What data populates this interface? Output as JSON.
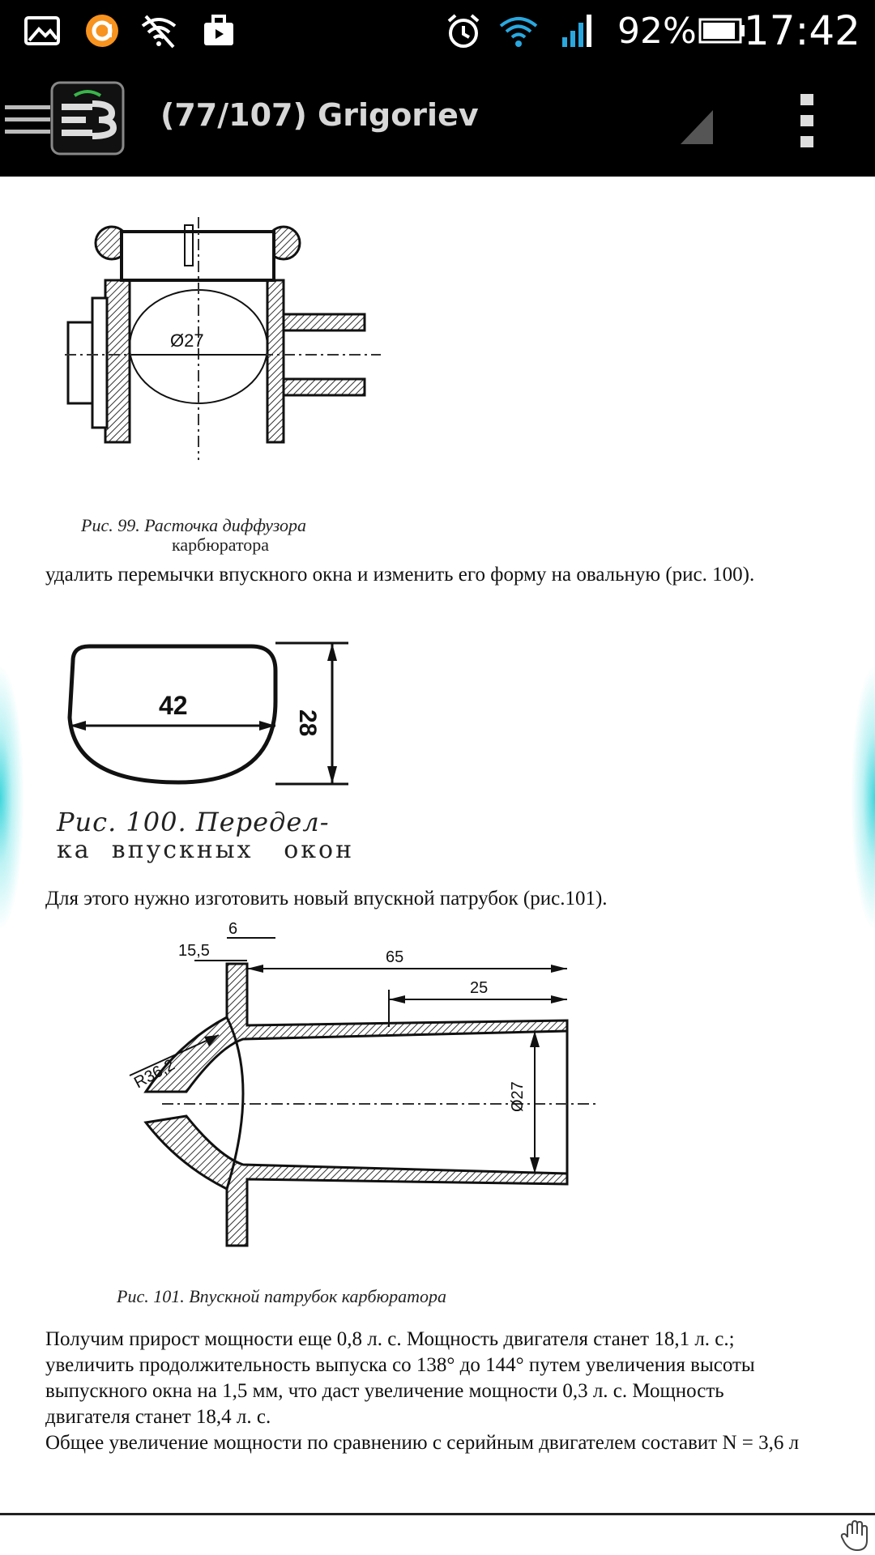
{
  "status_bar": {
    "icons_left": [
      "image-icon",
      "notification-app-icon",
      "wifi-off-icon",
      "briefcase-icon"
    ],
    "icons_right": [
      "alarm-icon",
      "wifi-icon",
      "signal-icon"
    ],
    "battery_percent": "92%",
    "battery_level": 0.92,
    "time": "17:42"
  },
  "action_bar": {
    "title": "(77/107) Grigoriev",
    "icons": [
      "menu-icon",
      "ebook-app-logo-icon",
      "overflow-menu-icon"
    ]
  },
  "document": {
    "fig99": {
      "caption_line1": "Рис. 99. Расточка диффузора",
      "caption_line2": "карбюратора",
      "dim_diameter": "Ø27"
    },
    "para1": "удалить   перемычки впускного окна и изменить его форму на овальную (рис. 100).",
    "fig100": {
      "caption_line1": "Рис. 100. Передел-",
      "caption_line2": "ка  впускных   окон",
      "dim_width": "42",
      "dim_height": "28"
    },
    "para2": "Для этого нужно изготовить новый впускной патрубок (рис.101).",
    "fig101": {
      "caption": "Рис. 101. Впускной патрубок карбюратора",
      "dim_6": "6",
      "dim_15_5": "15,5",
      "dim_65": "65",
      "dim_25": "25",
      "dim_radius": "R36,2",
      "dim_diameter": "Ø27"
    },
    "para3_lines": [
      "Получим прирост мощности еще 0,8 л. с. Мощность двигателя станет 18,1 л. с.;",
      "увеличить продолжительность выпуска со 138° до 144° путем увеличения высоты",
      "выпускного окна на 1,5 мм, что даст увеличение мощности 0,3 л. с. Мощность",
      "двигателя станет 18,4 л. с.",
      "Общее увеличение мощности по сравнению с серийным двигателем составит N = 3,6 л"
    ]
  },
  "colors": {
    "bar_bg": "#000000",
    "title_text": "#d7d7d7",
    "wifi_blue": "#29a8e0",
    "edge_glow": "#3fd6dc"
  },
  "bottom_icon": "hand-pan-icon"
}
